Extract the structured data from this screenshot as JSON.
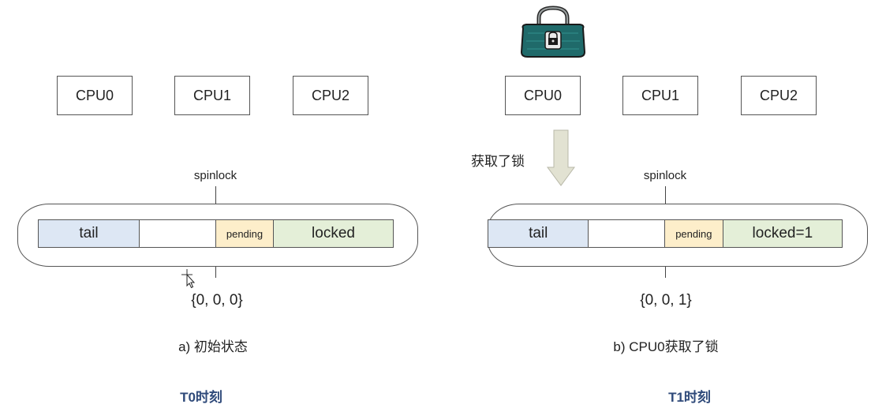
{
  "panel_a": {
    "cpus": [
      "CPU0",
      "CPU1",
      "CPU2"
    ],
    "spinlock_label": "spinlock",
    "fields": {
      "tail": "tail",
      "pending": "pending",
      "locked": "locked"
    },
    "value": "{0, 0, 0}",
    "caption": "a) 初始状态",
    "time_label": "T0时刻"
  },
  "panel_b": {
    "cpus": [
      "CPU0",
      "CPU1",
      "CPU2"
    ],
    "arrow_label": "获取了锁",
    "spinlock_label": "spinlock",
    "fields": {
      "tail": "tail",
      "pending": "pending",
      "locked": "locked=1"
    },
    "value": "{0, 0, 1}",
    "caption": "b) CPU0获取了锁",
    "time_label": "T1时刻"
  },
  "colors": {
    "tail": "#dde7f4",
    "pending": "#fdeeca",
    "locked": "#e4efd8",
    "padlock": "#1f6a6a",
    "arrow": "#e2e2d2",
    "time_label": "#2f4a7a"
  }
}
